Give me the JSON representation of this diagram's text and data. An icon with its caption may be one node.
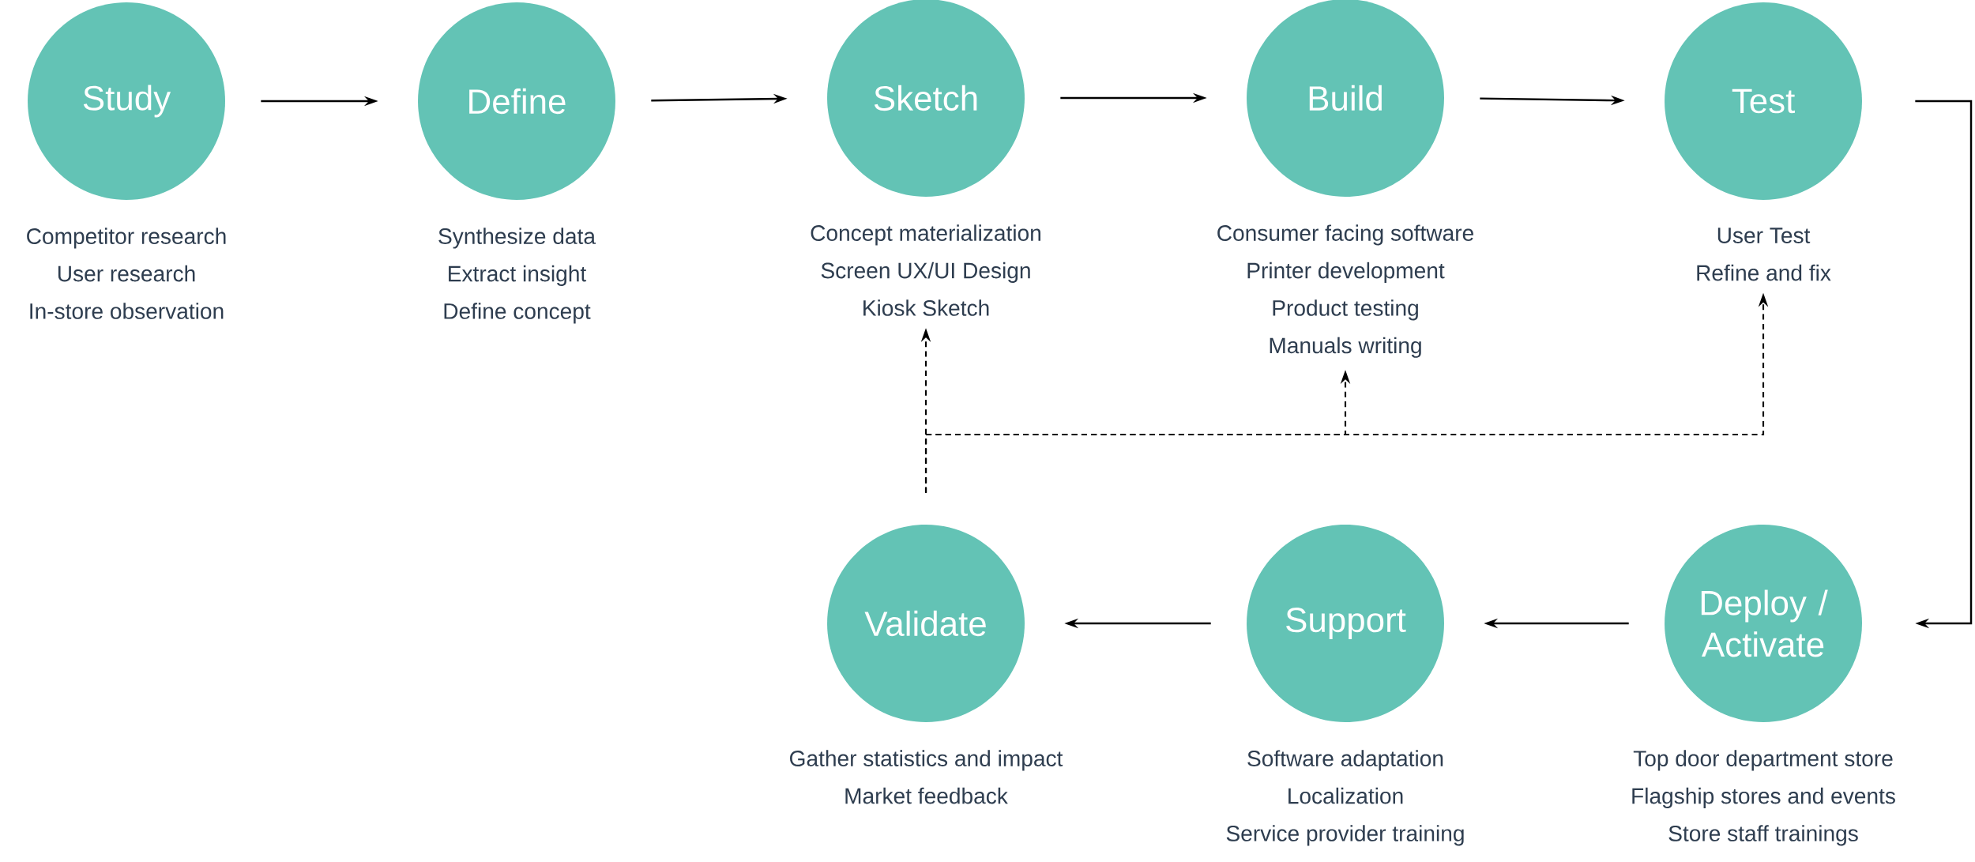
{
  "diagram": {
    "nodes": [
      {
        "text": [
          "Study"
        ],
        "beside": [
          "Competitor research",
          "User research",
          "In-store observation"
        ]
      },
      {
        "text": [
          "Define"
        ],
        "beside": [
          "Synthesize data",
          "Extract insight",
          "Define concept"
        ]
      },
      {
        "text": [
          "Sketch"
        ],
        "beside": [
          "Concept materialization",
          "Screen UX/UI Design",
          "Kiosk Sketch"
        ]
      },
      {
        "text": [
          "Build"
        ],
        "beside": [
          "Consumer facing software",
          "Printer development",
          "Product testing",
          "Manuals writing"
        ]
      },
      {
        "text": [
          "Test"
        ],
        "beside": [
          "User Test",
          "Refine and fix"
        ]
      },
      {
        "text": [
          "Validate"
        ],
        "beside": [
          "Gather statistics and impact",
          "Market feedback"
        ]
      },
      {
        "text": [
          "Support"
        ],
        "beside": [
          "Software adaptation",
          "Localization",
          "Service provider training"
        ]
      },
      {
        "text": [
          "Deploy / Activate"
        ],
        "beside": [
          "Top door department store",
          "Flagship stores and events",
          "Store staff trainings"
        ]
      }
    ],
    "edges": [
      {
        "from": 0,
        "to": 1,
        "arrow": "to"
      },
      {
        "from": 1,
        "to": 2,
        "arrow": "to"
      },
      {
        "from": 2,
        "to": 3,
        "arrow": "to"
      },
      {
        "from": 3,
        "to": 4,
        "arrow": "to"
      },
      {
        "from": 4,
        "to": 7,
        "arrow": "to"
      },
      {
        "from": 7,
        "to": 6,
        "arrow": "to"
      },
      {
        "from": 6,
        "to": 5,
        "arrow": "to"
      },
      {
        "from": 5,
        "to": 2,
        "arrow": "to",
        "style": "dashed"
      },
      {
        "from": 5,
        "to": 3,
        "arrow": "to",
        "style": "dashed"
      },
      {
        "from": 5,
        "to": 4,
        "arrow": "to",
        "style": "dashed"
      }
    ]
  }
}
